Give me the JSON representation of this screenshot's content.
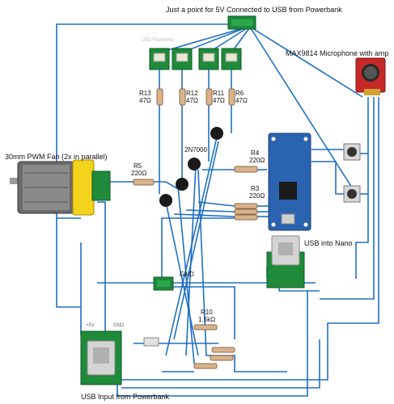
{
  "labels": {
    "top_point": "Just a point for 5V Connected to USB from Powerbank",
    "led_filaments": "LED Filaments",
    "microphone": "MAX9814 Microphone with amp",
    "fan": "30mm PWM Fan (2x in parallel)",
    "transistor": "2N7000",
    "gnd_mid": "GND",
    "usb_nano": "USB into Nano",
    "usb_input": "USB Input from Powerbank",
    "plus5v": "+5V",
    "gnd_usb": "GND"
  },
  "resistors": {
    "r13": {
      "name": "R13",
      "value": "47Ω"
    },
    "r12": {
      "name": "R12",
      "value": "47Ω"
    },
    "r11": {
      "name": "R11",
      "value": "47Ω"
    },
    "r6": {
      "name": "R6",
      "value": "47Ω"
    },
    "r5": {
      "name": "R5",
      "value": "220Ω"
    },
    "r4": {
      "name": "R4",
      "value": "220Ω"
    },
    "r3": {
      "name": "R3",
      "value": "220Ω"
    },
    "r10": {
      "name": "R10",
      "value": "1.5kΩ"
    }
  },
  "colors": {
    "wire": "#1f6fc5",
    "pcb_green": "#1e8a3a",
    "nano_blue": "#2a63b0",
    "mic_red": "#c62828",
    "fan_yellow": "#f2d21b"
  }
}
